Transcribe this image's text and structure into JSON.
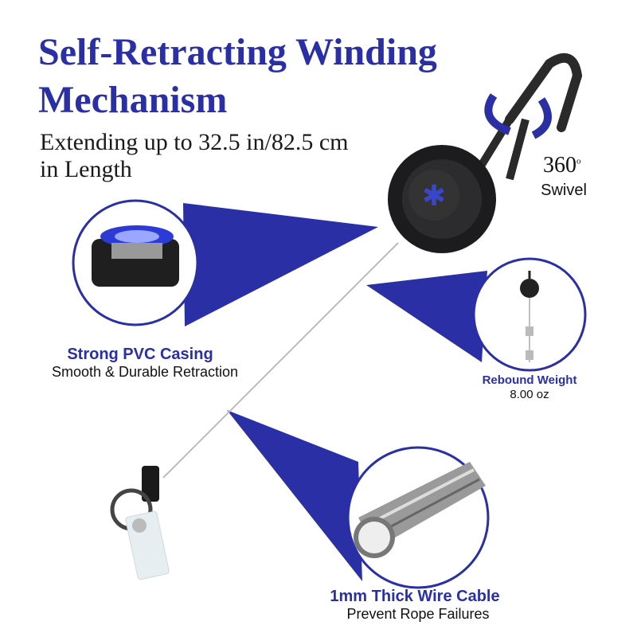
{
  "title": {
    "line1": "Self-Retracting Winding",
    "line2": "Mechanism"
  },
  "subtitle": {
    "line1": "Extending up to 32.5 in/82.5 cm",
    "line2": "in Length"
  },
  "swivel": {
    "degrees": "360",
    "degree_mark": "o",
    "label": "Swivel"
  },
  "callouts": [
    {
      "title": "Strong PVC Casing",
      "text": "Smooth & Durable Retraction"
    },
    {
      "title": "Rebound Weight",
      "text": "8.00 oz"
    },
    {
      "title": "1mm Thick Wire Cable",
      "text": "Prevent Rope Failures"
    }
  ],
  "colors": {
    "accent": "#2b2fa6",
    "dark": "#1c1c1e"
  }
}
